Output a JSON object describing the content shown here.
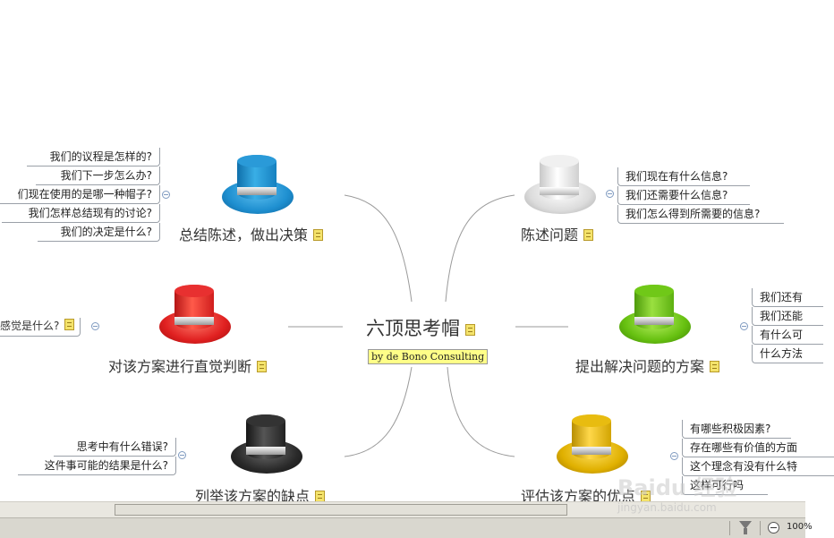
{
  "central": {
    "title": "六顶思考帽",
    "subtitle": "by de Bono Consulting"
  },
  "branches": [
    {
      "id": "blue",
      "label": "总结陈述，做出决策",
      "hat_color": "#1e8fd0",
      "items": [
        "我们的议程是怎样的?",
        "我们下一步怎么办?",
        "们现在使用的是哪一种帽子?",
        "我们怎样总结现有的讨论?",
        "我们的决定是什么?"
      ]
    },
    {
      "id": "white",
      "label": "陈述问题",
      "hat_color": "#e6e6e6",
      "items": [
        "我们现在有什么信息?",
        "我们还需要什么信息?",
        "我们怎么得到所需要的信息?"
      ]
    },
    {
      "id": "red",
      "label": "对该方案进行直觉判断",
      "hat_color": "#e02020",
      "items": [
        "感觉是什么?"
      ]
    },
    {
      "id": "green",
      "label": "提出解决问题的方案",
      "hat_color": "#66c010",
      "items": [
        "我们还有",
        "我们还能",
        "有什么可",
        "什么方法"
      ]
    },
    {
      "id": "black",
      "label": "列举该方案的缺点",
      "hat_color": "#2a2a2a",
      "items": [
        "思考中有什么错误?",
        "这件事可能的结果是什么?"
      ]
    },
    {
      "id": "yellow",
      "label": "评估该方案的优点",
      "hat_color": "#e0b000",
      "items": [
        "有哪些积极因素?",
        "存在哪些有价值的方面",
        "这个理念有没有什么特",
        "这样可行吗"
      ]
    }
  ],
  "statusbar": {
    "zoom": "100%"
  },
  "watermark": {
    "brand": "Baidu 经验",
    "url": "jingyan.baidu.com"
  }
}
